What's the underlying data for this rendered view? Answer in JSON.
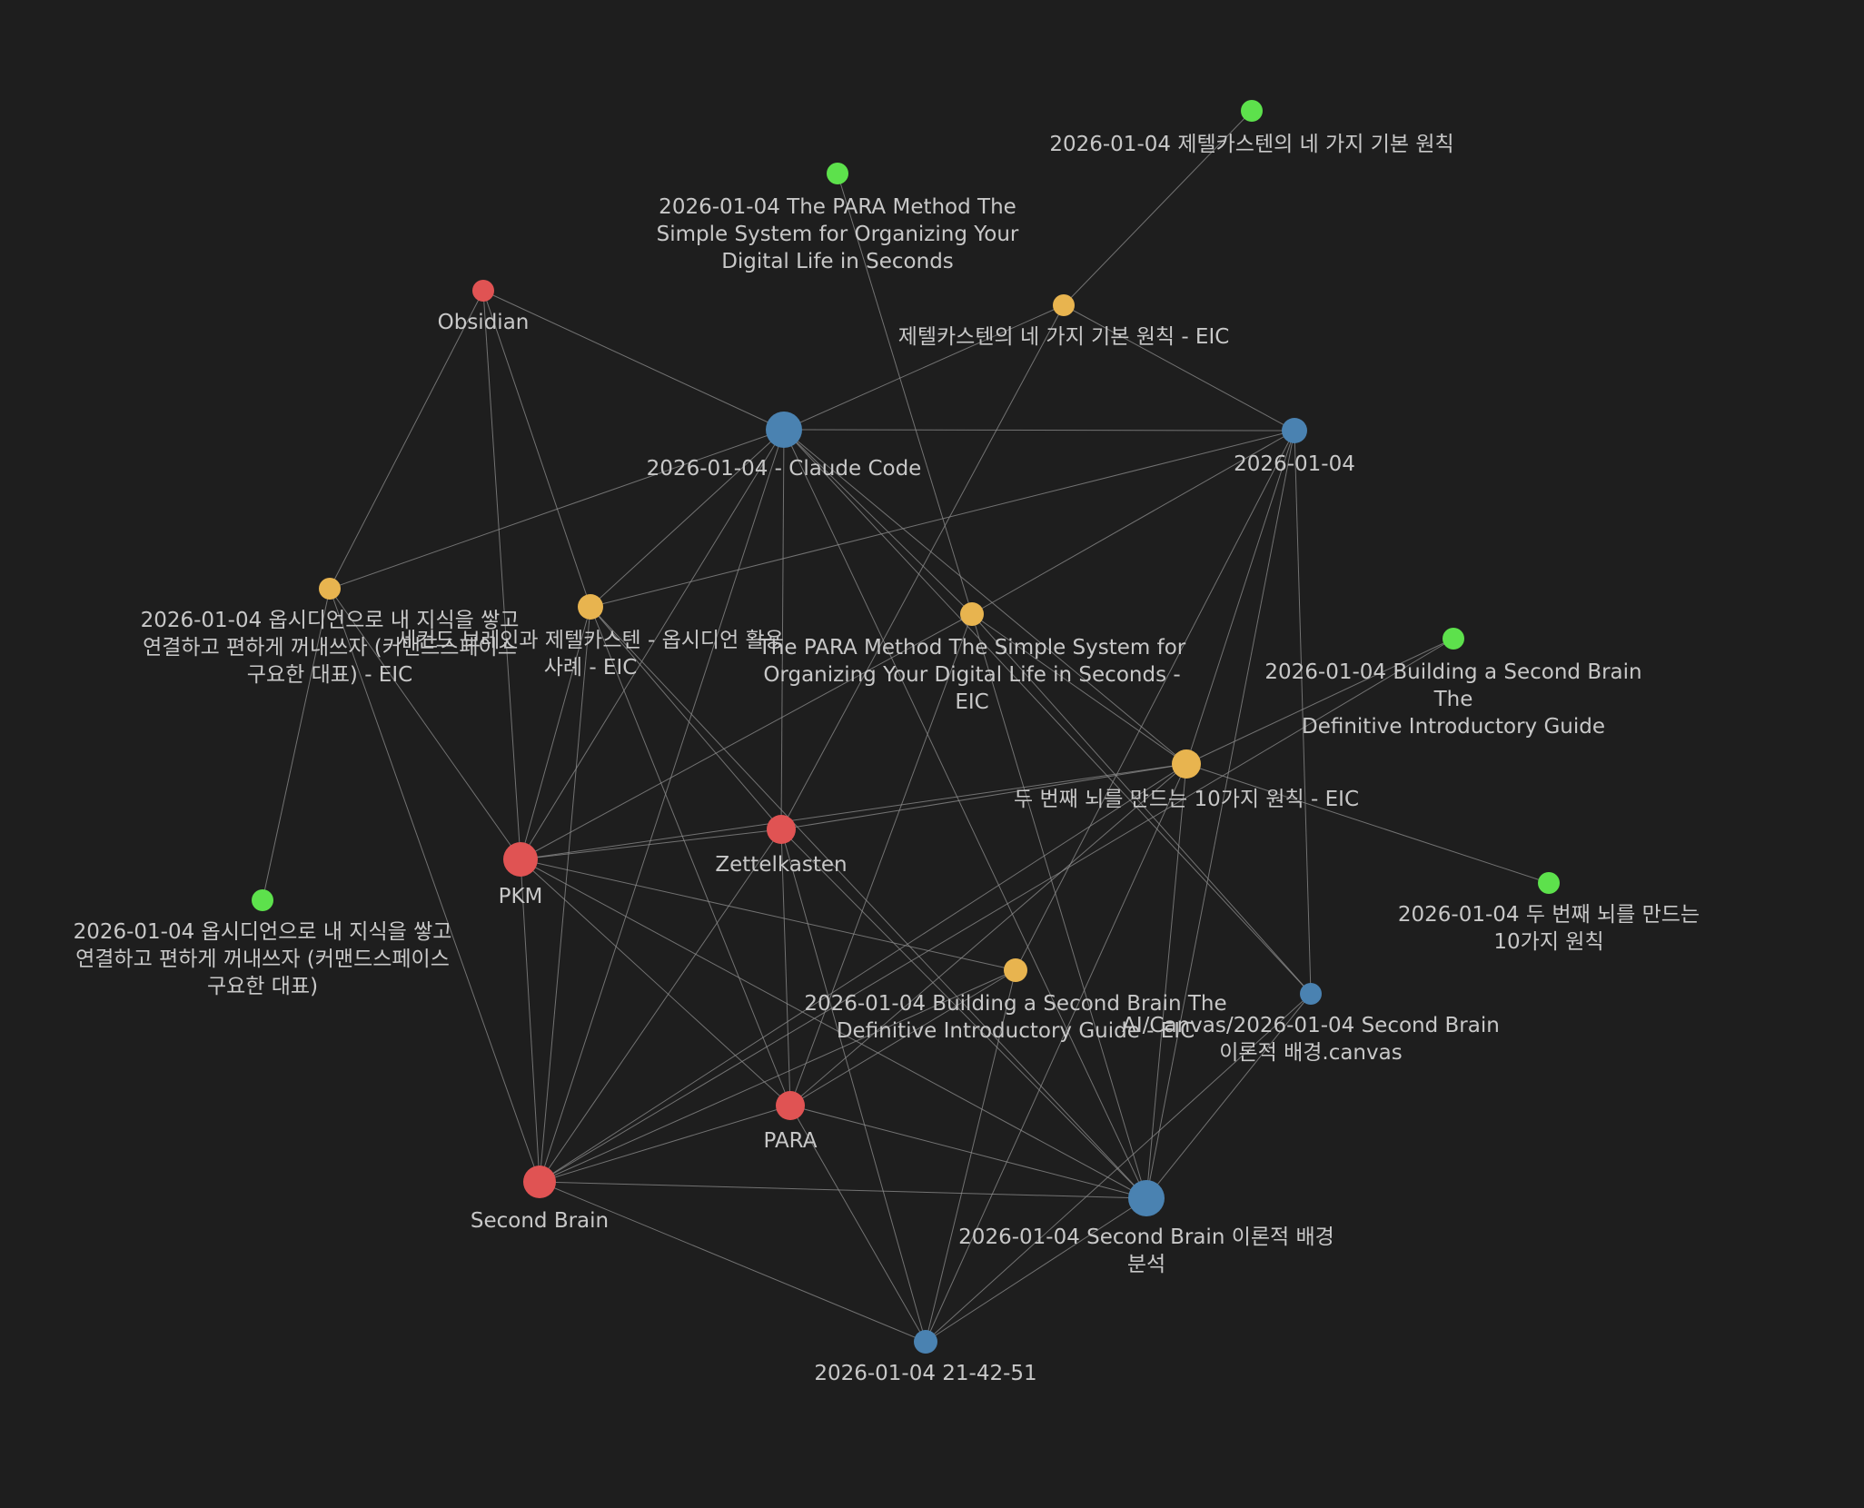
{
  "graph": {
    "colors": {
      "background": "#1e1e1e",
      "edge": "#8f8f8f",
      "label": "#c8c8c8",
      "tag": "#e05353",
      "note": "#e8b44f",
      "source": "#5de14c",
      "daily": "#4a82b1"
    },
    "nodes": [
      {
        "id": "zettel-principles",
        "label": "2026-01-04 제텔카스텐의 네 가지 기본 원칙",
        "group": "source"
      },
      {
        "id": "para-method",
        "label": "2026-01-04 The PARA Method The\nSimple System for Organizing Your\nDigital Life in Seconds",
        "group": "source"
      },
      {
        "id": "obsidian",
        "label": "Obsidian",
        "group": "tag"
      },
      {
        "id": "zettel-principles-eic",
        "label": "제텔카스텐의 네 가지 기본 원칙 - EIC",
        "group": "note"
      },
      {
        "id": "claude-code",
        "label": "2026-01-04 - Claude Code",
        "group": "daily"
      },
      {
        "id": "date-2026-01-04",
        "label": "2026-01-04",
        "group": "daily"
      },
      {
        "id": "obsidian-knowledge-eic",
        "label": "2026-01-04 옵시디언으로 내 지식을 쌓고\n연결하고 편하게 꺼내쓰자 (커맨드스페이스\n구요한 대표) - EIC",
        "group": "note"
      },
      {
        "id": "second-brain-zettel-eic",
        "label": "세컨드 브레인과 제텔카스텐 - 옵시디언 활용\n사례 - EIC",
        "group": "note"
      },
      {
        "id": "para-method-eic",
        "label": "The PARA Method The Simple System for\nOrganizing Your Digital Life in Seconds -\nEIC",
        "group": "note"
      },
      {
        "id": "basb-guide",
        "label": "2026-01-04 Building a Second Brain The\nDefinitive Introductory Guide",
        "group": "source"
      },
      {
        "id": "ten-principles-eic",
        "label": "두 번째 뇌를 만드는 10가지 원칙 - EIC",
        "group": "note"
      },
      {
        "id": "pkm",
        "label": "PKM",
        "group": "tag"
      },
      {
        "id": "zettelkasten",
        "label": "Zettelkasten",
        "group": "tag"
      },
      {
        "id": "obsidian-knowledge",
        "label": "2026-01-04 옵시디언으로 내 지식을 쌓고\n연결하고 편하게 꺼내쓰자 (커맨드스페이스\n구요한 대표)",
        "group": "source"
      },
      {
        "id": "ten-principles",
        "label": "2026-01-04 두 번째 뇌를 만드는 10가지 원칙",
        "group": "source"
      },
      {
        "id": "basb-guide-eic",
        "label": "2026-01-04 Building a Second Brain The\nDefinitive Introductory Guide - EIC",
        "group": "note"
      },
      {
        "id": "canvas",
        "label": "AI/Canvas/2026-01-04 Second Brain\n이론적 배경.canvas",
        "group": "daily"
      },
      {
        "id": "para",
        "label": "PARA",
        "group": "tag"
      },
      {
        "id": "second-brain",
        "label": "Second Brain",
        "group": "tag"
      },
      {
        "id": "sb-background",
        "label": "2026-01-04 Second Brain 이론적 배경\n분석",
        "group": "daily"
      },
      {
        "id": "timestamp",
        "label": "2026-01-04 21-42-51",
        "group": "daily"
      }
    ],
    "edges": [
      [
        "zettel-principles",
        "zettel-principles-eic"
      ],
      [
        "para-method",
        "para-method-eic"
      ],
      [
        "zettel-principles-eic",
        "claude-code"
      ],
      [
        "zettel-principles-eic",
        "date-2026-01-04"
      ],
      [
        "zettel-principles-eic",
        "zettelkasten"
      ],
      [
        "obsidian",
        "claude-code"
      ],
      [
        "obsidian",
        "obsidian-knowledge-eic"
      ],
      [
        "obsidian",
        "second-brain-zettel-eic"
      ],
      [
        "obsidian",
        "pkm"
      ],
      [
        "claude-code",
        "date-2026-01-04"
      ],
      [
        "claude-code",
        "obsidian-knowledge-eic"
      ],
      [
        "claude-code",
        "second-brain-zettel-eic"
      ],
      [
        "claude-code",
        "para-method-eic"
      ],
      [
        "claude-code",
        "ten-principles-eic"
      ],
      [
        "claude-code",
        "pkm"
      ],
      [
        "claude-code",
        "zettelkasten"
      ],
      [
        "claude-code",
        "second-brain"
      ],
      [
        "claude-code",
        "sb-background"
      ],
      [
        "claude-code",
        "canvas"
      ],
      [
        "date-2026-01-04",
        "second-brain-zettel-eic"
      ],
      [
        "date-2026-01-04",
        "para-method-eic"
      ],
      [
        "date-2026-01-04",
        "ten-principles-eic"
      ],
      [
        "date-2026-01-04",
        "canvas"
      ],
      [
        "date-2026-01-04",
        "sb-background"
      ],
      [
        "date-2026-01-04",
        "basb-guide-eic"
      ],
      [
        "obsidian-knowledge-eic",
        "obsidian-knowledge"
      ],
      [
        "obsidian-knowledge-eic",
        "pkm"
      ],
      [
        "obsidian-knowledge-eic",
        "second-brain"
      ],
      [
        "second-brain-zettel-eic",
        "pkm"
      ],
      [
        "second-brain-zettel-eic",
        "zettelkasten"
      ],
      [
        "second-brain-zettel-eic",
        "second-brain"
      ],
      [
        "second-brain-zettel-eic",
        "para"
      ],
      [
        "second-brain-zettel-eic",
        "sb-background"
      ],
      [
        "para-method-eic",
        "pkm"
      ],
      [
        "para-method-eic",
        "para"
      ],
      [
        "para-method-eic",
        "ten-principles-eic"
      ],
      [
        "para-method-eic",
        "sb-background"
      ],
      [
        "para-method-eic",
        "canvas"
      ],
      [
        "basb-guide",
        "ten-principles-eic"
      ],
      [
        "basb-guide",
        "second-brain"
      ],
      [
        "ten-principles-eic",
        "ten-principles"
      ],
      [
        "ten-principles-eic",
        "pkm"
      ],
      [
        "ten-principles-eic",
        "zettelkasten"
      ],
      [
        "ten-principles-eic",
        "para"
      ],
      [
        "ten-principles-eic",
        "second-brain"
      ],
      [
        "ten-principles-eic",
        "sb-background"
      ],
      [
        "ten-principles-eic",
        "timestamp"
      ],
      [
        "pkm",
        "zettelkasten"
      ],
      [
        "pkm",
        "second-brain"
      ],
      [
        "pkm",
        "para"
      ],
      [
        "pkm",
        "basb-guide-eic"
      ],
      [
        "pkm",
        "sb-background"
      ],
      [
        "zettelkasten",
        "para"
      ],
      [
        "zettelkasten",
        "second-brain"
      ],
      [
        "zettelkasten",
        "sb-background"
      ],
      [
        "zettelkasten",
        "timestamp"
      ],
      [
        "basb-guide-eic",
        "second-brain"
      ],
      [
        "basb-guide-eic",
        "para"
      ],
      [
        "basb-guide-eic",
        "timestamp"
      ],
      [
        "para",
        "second-brain"
      ],
      [
        "para",
        "sb-background"
      ],
      [
        "para",
        "timestamp"
      ],
      [
        "second-brain",
        "sb-background"
      ],
      [
        "second-brain",
        "timestamp"
      ],
      [
        "sb-background",
        "timestamp"
      ],
      [
        "canvas",
        "timestamp"
      ],
      [
        "canvas",
        "sb-background"
      ]
    ]
  }
}
